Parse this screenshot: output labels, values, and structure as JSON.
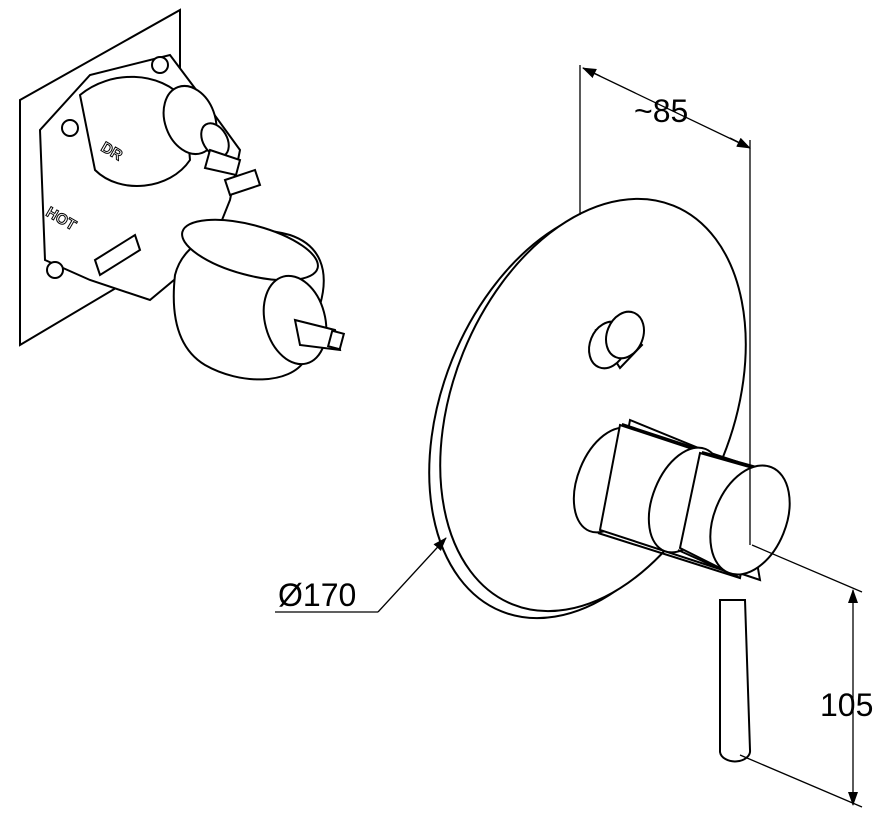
{
  "drawing": {
    "dimensions": {
      "depth": "~85",
      "diameter": "Ø170",
      "lever_height": "105"
    },
    "valve_body_labels": {
      "top": "DR",
      "side": "HOT"
    }
  }
}
